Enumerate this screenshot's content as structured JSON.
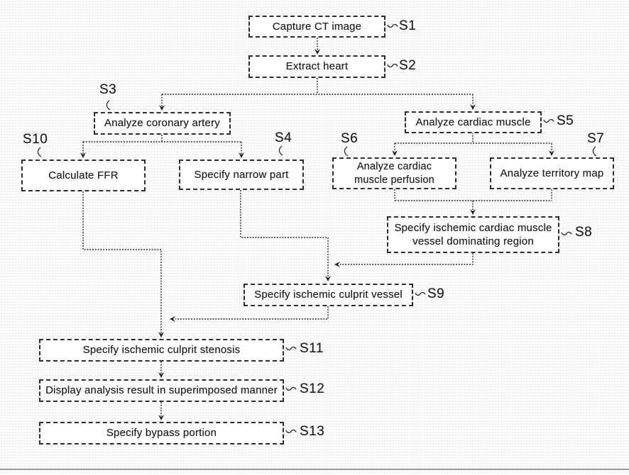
{
  "figure_type": "flowchart",
  "nodes": {
    "s1": {
      "tag": "S1",
      "label": "Capture CT image"
    },
    "s2": {
      "tag": "S2",
      "label": "Extract heart"
    },
    "s3": {
      "tag": "S3",
      "label": "Analyze coronary artery"
    },
    "s4": {
      "tag": "S4",
      "label": "Specify narrow part"
    },
    "s5": {
      "tag": "S5",
      "label": "Analyze cardiac muscle"
    },
    "s6": {
      "tag": "S6",
      "label": "Analyze cardiac muscle perfusion"
    },
    "s7": {
      "tag": "S7",
      "label": "Analyze territory map"
    },
    "s8": {
      "tag": "S8",
      "label": "Specify ischemic cardiac muscle vessel dominating region"
    },
    "s9": {
      "tag": "S9",
      "label": "Specify ischemic culprit vessel"
    },
    "s10": {
      "tag": "S10",
      "label": "Calculate FFR"
    },
    "s11": {
      "tag": "S11",
      "label": "Specify ischemic culprit stenosis"
    },
    "s12": {
      "tag": "S12",
      "label": "Display analysis result in superimposed manner"
    },
    "s13": {
      "tag": "S13",
      "label": "Specify bypass portion"
    }
  },
  "edges": [
    {
      "from": "S1",
      "to": "S2"
    },
    {
      "from": "S2",
      "to": "S3"
    },
    {
      "from": "S2",
      "to": "S5"
    },
    {
      "from": "S3",
      "to": "S10"
    },
    {
      "from": "S3",
      "to": "S4"
    },
    {
      "from": "S5",
      "to": "S6"
    },
    {
      "from": "S5",
      "to": "S7"
    },
    {
      "from": "S6",
      "to": "S8"
    },
    {
      "from": "S7",
      "to": "S8"
    },
    {
      "from": "S4",
      "to": "S9"
    },
    {
      "from": "S8",
      "to": "S9"
    },
    {
      "from": "S9",
      "to": "S11"
    },
    {
      "from": "S10",
      "to": "S11"
    },
    {
      "from": "S11",
      "to": "S12"
    },
    {
      "from": "S12",
      "to": "S13"
    }
  ],
  "colors": {
    "line": "#2b2b2b",
    "text": "#1d1d1d",
    "background": "#ffffff"
  }
}
